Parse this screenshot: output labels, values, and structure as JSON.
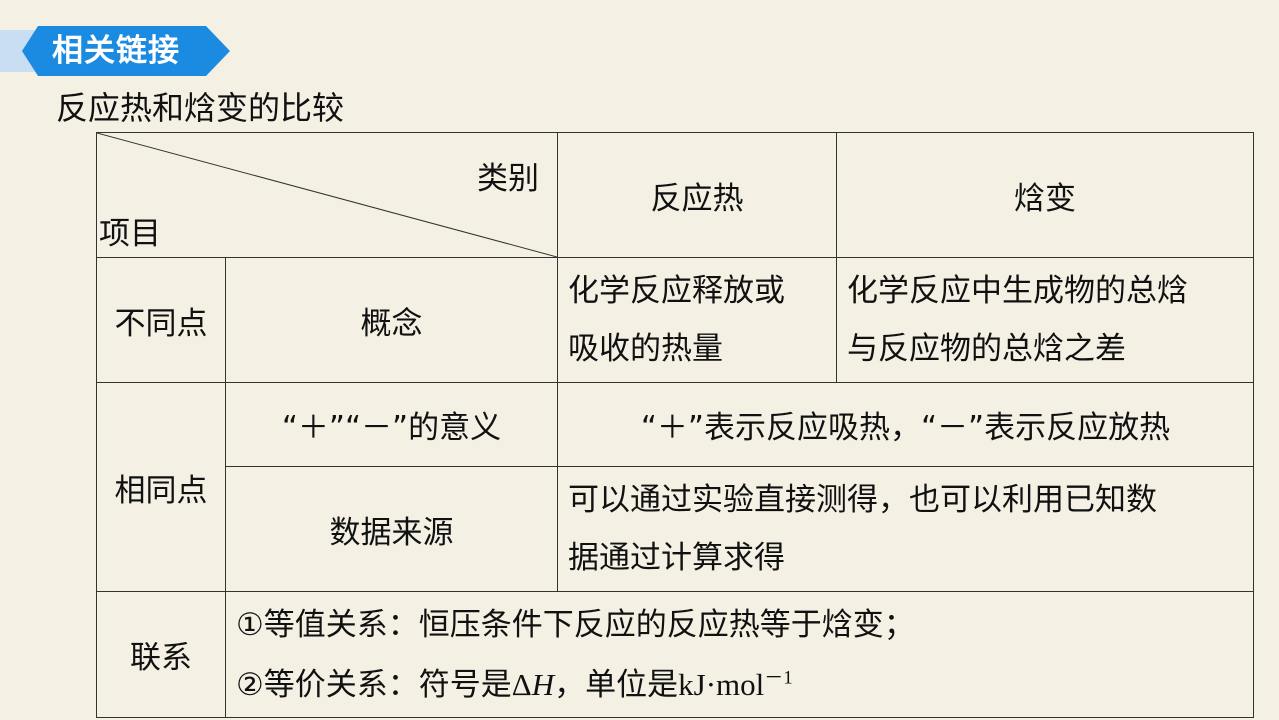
{
  "banner": {
    "label": "相关链接"
  },
  "subtitle": "反应热和焓变的比较",
  "table": {
    "header": {
      "diag_top": "类别",
      "diag_bottom": "项目",
      "col1": "反应热",
      "col2": "焓变"
    },
    "diff": {
      "group": "不同点",
      "item": "概念",
      "reaction_heat_l1": "化学反应释放或",
      "reaction_heat_l2": "吸收的热量",
      "enthalpy_l1": "化学反应中生成物的总焓",
      "enthalpy_l2": "与反应物的总焓之差"
    },
    "same": {
      "group": "相同点",
      "sign_item": "“＋”“－”的意义",
      "sign_value": "“＋”表示反应吸热，“－”表示反应放热",
      "source_item": "数据来源",
      "source_l1": "可以通过实验直接测得，也可以利用已知数",
      "source_l2": "据通过计算求得"
    },
    "link": {
      "group": "联系",
      "line1": "①等值关系：恒压条件下反应的反应热等于焓变；",
      "line2_prefix": "②等价关系：符号是",
      "line2_delta": "Δ",
      "line2_h": "H",
      "line2_mid": "，单位是",
      "line2_unit": "kJ·mol",
      "line2_exp": "－1"
    }
  }
}
